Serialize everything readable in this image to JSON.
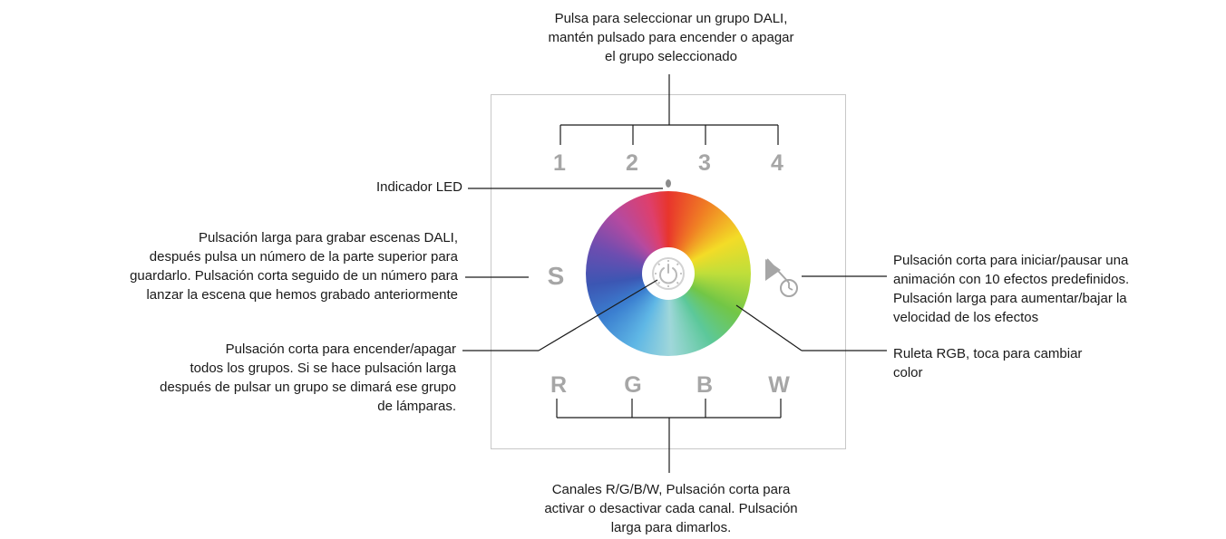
{
  "callouts": {
    "top": "Pulsa para seleccionar un grupo DALI,\nmantén pulsado para encender o apagar\nel grupo seleccionado",
    "led": "Indicador LED",
    "scene": "Pulsación larga para grabar escenas DALI,\ndespués pulsa un número de la parte superior para\nguardarlo. Pulsación corta seguido de un número para\nlanzar la escena que hemos grabado anteriormente",
    "power": "Pulsación corta para encender/apagar\ntodos los grupos. Si se hace pulsación larga\ndespués de pulsar un grupo se dimará ese grupo\nde lámparas.",
    "play": "Pulsación corta para iniciar/pausar una\nanimación con 10 efectos predefinidos.\nPulsación larga para aumentar/bajar la\nvelocidad de los efectos",
    "wheel": "Ruleta RGB, toca para cambiar\ncolor",
    "channels": "Canales R/G/B/W, Pulsación corta para\nactivar o desactivar cada canal. Pulsación\nlarga para dimarlos."
  },
  "panel": {
    "groups": [
      "1",
      "2",
      "3",
      "4"
    ],
    "channels": [
      "R",
      "G",
      "B",
      "W"
    ],
    "scene_key": "S"
  },
  "icons": {
    "power": "power-icon",
    "play_timer": "play-timer-icon",
    "led": "led-indicator"
  },
  "colors": {
    "glyph": "#a6a6a6",
    "line": "#1a1a1a",
    "panel_border": "#c8c8c8"
  }
}
